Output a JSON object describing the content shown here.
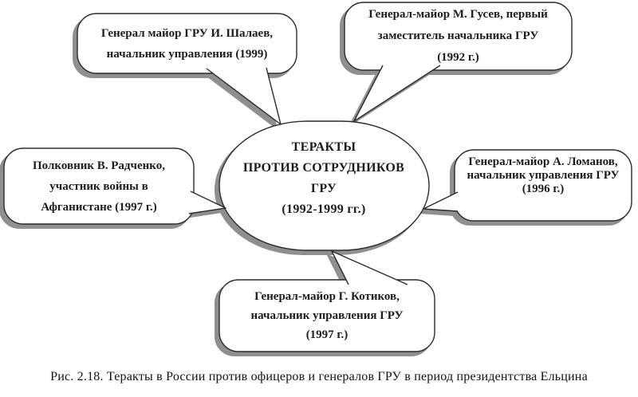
{
  "figure": {
    "center": {
      "lines": [
        "ТЕРАКТЫ",
        "ПРОТИВ СОТРУДНИКОВ",
        "ГРУ",
        "(1992-1999 гг.)"
      ]
    },
    "callouts": {
      "shalaev": {
        "lines": [
          "Генерал майор ГРУ И. Шалаев,",
          "начальник управления (1999)"
        ]
      },
      "gusev": {
        "lines": [
          "Генерал-майор М. Гусев, первый",
          "заместитель начальника ГРУ",
          "(1992 г.)"
        ]
      },
      "radchenko": {
        "lines": [
          "Полковник В. Радченко,",
          "участник войны в",
          "Афганистане (1997 г.)"
        ]
      },
      "lomanov": {
        "lines": [
          "Генерал-майор А. Ломанов,",
          "начальник управления ГРУ",
          "(1996 г.)"
        ]
      },
      "kotikov": {
        "lines": [
          "Генерал-майор Г. Котиков,",
          "начальник управления ГРУ",
          "(1997 г.)"
        ]
      }
    },
    "caption": "Рис. 2.18. Теракты в России против офицеров и генералов ГРУ в период президентства Ельцина",
    "colors": {
      "outline": "#2b2b2b",
      "shadow": "#8f8f8f",
      "background": "#ffffff",
      "text": "#1c1c1c"
    }
  }
}
